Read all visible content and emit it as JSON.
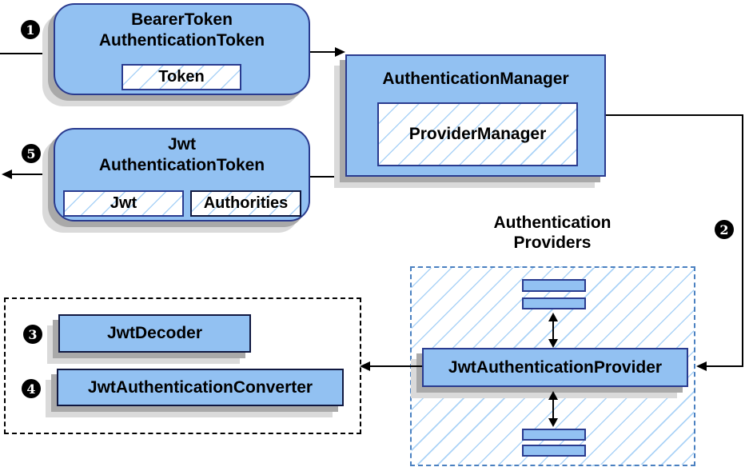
{
  "bearer": {
    "title_line1": "BearerToken",
    "title_line2": "AuthenticationToken",
    "slot": "Token"
  },
  "manager": {
    "title": "AuthenticationManager",
    "slot": "ProviderManager"
  },
  "jwt_token": {
    "title_line1": "Jwt",
    "title_line2": "AuthenticationToken",
    "slot_jwt": "Jwt",
    "slot_authorities": "Authorities"
  },
  "providers": {
    "label_line1": "Authentication",
    "label_line2": "Providers",
    "provider": "JwtAuthenticationProvider"
  },
  "decoders": {
    "decoder": "JwtDecoder",
    "converter": "JwtAuthenticationConverter"
  },
  "steps": {
    "s1": "1",
    "s2": "2",
    "s3": "3",
    "s4": "4",
    "s5": "5"
  },
  "colors": {
    "box_fill": "#92C1F2",
    "box_border": "#2A3B8F",
    "hatch_line": "#ABD3F7",
    "dashed_blue": "#4A80C0",
    "shadow_dark": "#A9A9A9",
    "shadow_light": "#DADADA",
    "connector": "#000000"
  }
}
